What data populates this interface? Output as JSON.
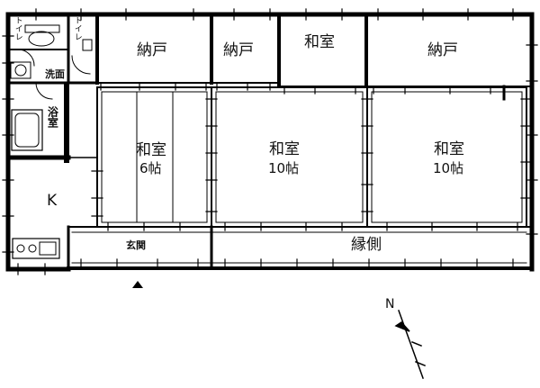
{
  "rooms": {
    "nando_1": "納戸",
    "nando_2": "納戸",
    "washitsu_small": "和室",
    "nando_3": "納戸",
    "washitsu_6_name": "和室",
    "washitsu_6_size": "6帖",
    "washitsu_10a_name": "和室",
    "washitsu_10a_size": "10帖",
    "washitsu_10b_name": "和室",
    "washitsu_10b_size": "10帖",
    "toilet_1": "トイレ",
    "toilet_2": "トイレ",
    "senmen": "洗面",
    "yokushitsu": "浴室",
    "kitchen": "K",
    "genkan": "玄関",
    "engawa": "縁側"
  },
  "compass": {
    "north_label": "N"
  }
}
